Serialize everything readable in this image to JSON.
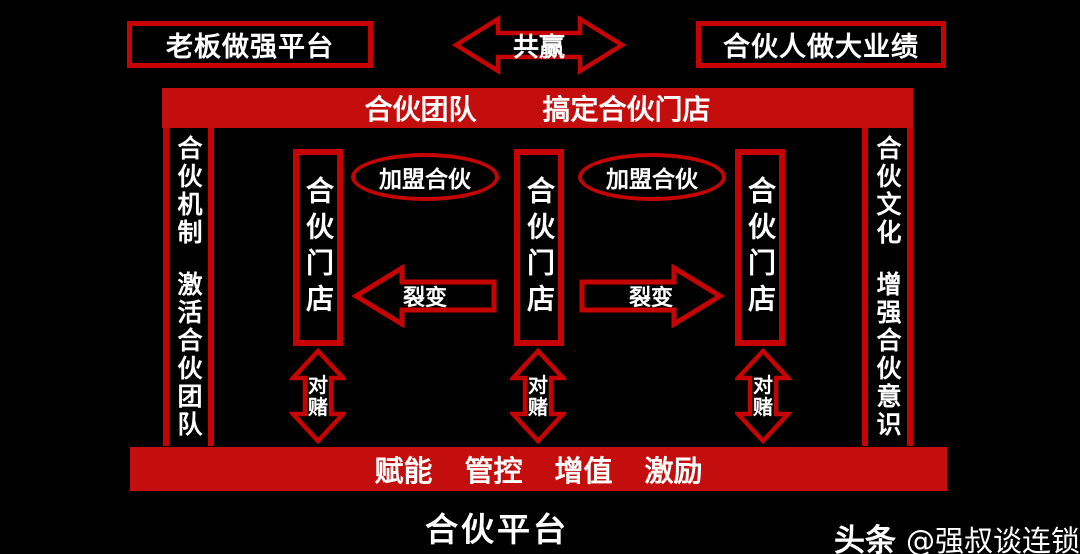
{
  "colors": {
    "background": "#000000",
    "red_fill": "#c40d0d",
    "red_border": "#c70202",
    "text": "#ffffff"
  },
  "top_row": {
    "owner_box": "老板做强平台",
    "winwin_arrow": "共赢",
    "partner_box": "合伙人做大业绩"
  },
  "team_banner": {
    "team": "合伙团队",
    "task": "搞定合伙门店"
  },
  "left_column": {
    "top": "合伙机制",
    "bottom": "激活合伙团队"
  },
  "right_column": {
    "top": "合伙文化",
    "bottom": "增强合伙意识"
  },
  "stores": [
    {
      "label": "合伙门店"
    },
    {
      "label": "合伙门店"
    },
    {
      "label": "合伙门店"
    }
  ],
  "franchise_ellipses": [
    {
      "label": "加盟合伙"
    },
    {
      "label": "加盟合伙"
    }
  ],
  "fission_arrows": [
    {
      "label": "裂变",
      "direction": "left"
    },
    {
      "label": "裂变",
      "direction": "right"
    }
  ],
  "bet_arrows": [
    {
      "line1": "对",
      "line2": "赌"
    },
    {
      "line1": "对",
      "line2": "赌"
    },
    {
      "line1": "对",
      "line2": "赌"
    }
  ],
  "bottom_banner": {
    "items": [
      "赋能",
      "管控",
      "增值",
      "激励"
    ]
  },
  "platform_title": "合伙平台",
  "watermark": {
    "brand": "头条",
    "handle": "@强叔谈连锁"
  }
}
